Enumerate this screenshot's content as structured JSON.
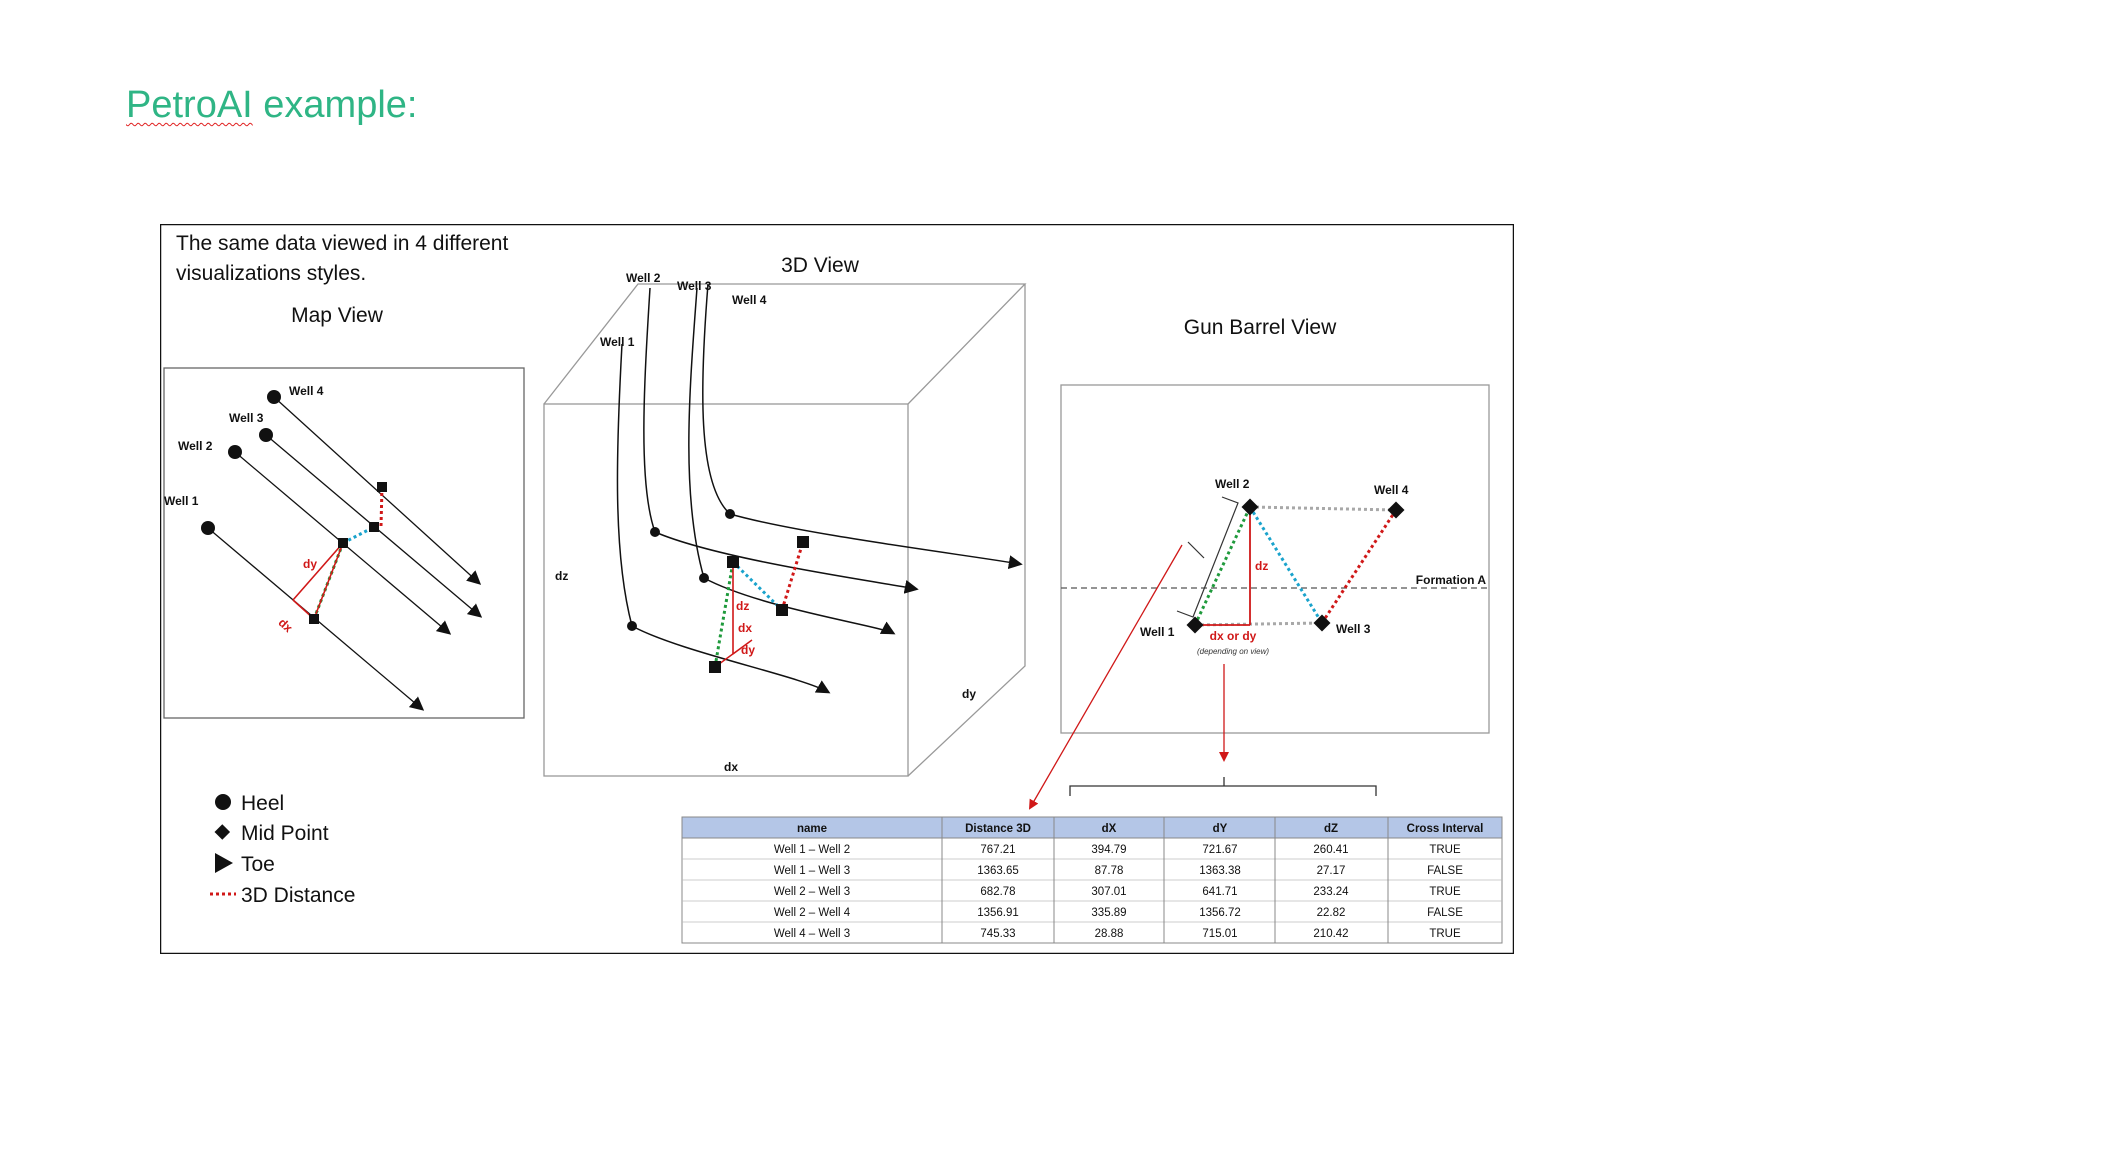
{
  "page": {
    "title_prefix": "PetroAI",
    "title_suffix": " example:",
    "title_color": "#2fb585"
  },
  "figure": {
    "caption_line1": "The same data viewed in 4 different",
    "caption_line2": "visualizations styles.",
    "map_view": {
      "title": "Map View",
      "wells": [
        "Well 1",
        "Well 2",
        "Well 3",
        "Well 4"
      ],
      "dy_label": "dy",
      "dx_label": "dx"
    },
    "view_3d": {
      "title": "3D View",
      "wells": [
        "Well 1",
        "Well 2",
        "Well 3",
        "Well 4"
      ],
      "axis_dz": "dz",
      "axis_dx": "dx",
      "axis_dy": "dy",
      "dz_label": "dz",
      "dx_label": "dx",
      "dy_label": "dy"
    },
    "gun_barrel": {
      "title": "Gun Barrel View",
      "wells": [
        "Well 1",
        "Well 2",
        "Well 3",
        "Well 4"
      ],
      "formation": "Formation A",
      "dz_label": "dz",
      "dxdy_label": "dx or dy",
      "note": "(depending on view)"
    },
    "legend": {
      "heel": "Heel",
      "mid": "Mid Point",
      "toe": "Toe",
      "dist": "3D Distance"
    },
    "colors": {
      "red": "#d01818",
      "green": "#1f9a3c",
      "blue": "#1aa3cc",
      "gray": "#a8a8a8",
      "header_fill": "#b4c6e7"
    },
    "table": {
      "headers": [
        "name",
        "Distance 3D",
        "dX",
        "dY",
        "dZ",
        "Cross Interval"
      ],
      "rows": [
        [
          "Well 1 – Well 2",
          "767.21",
          "394.79",
          "721.67",
          "260.41",
          "TRUE"
        ],
        [
          "Well 1 – Well 3",
          "1363.65",
          "87.78",
          "1363.38",
          "27.17",
          "FALSE"
        ],
        [
          "Well 2 – Well 3",
          "682.78",
          "307.01",
          "641.71",
          "233.24",
          "TRUE"
        ],
        [
          "Well 2 – Well 4",
          "1356.91",
          "335.89",
          "1356.72",
          "22.82",
          "FALSE"
        ],
        [
          "Well 4 – Well 3",
          "745.33",
          "28.88",
          "715.01",
          "210.42",
          "TRUE"
        ]
      ]
    }
  }
}
